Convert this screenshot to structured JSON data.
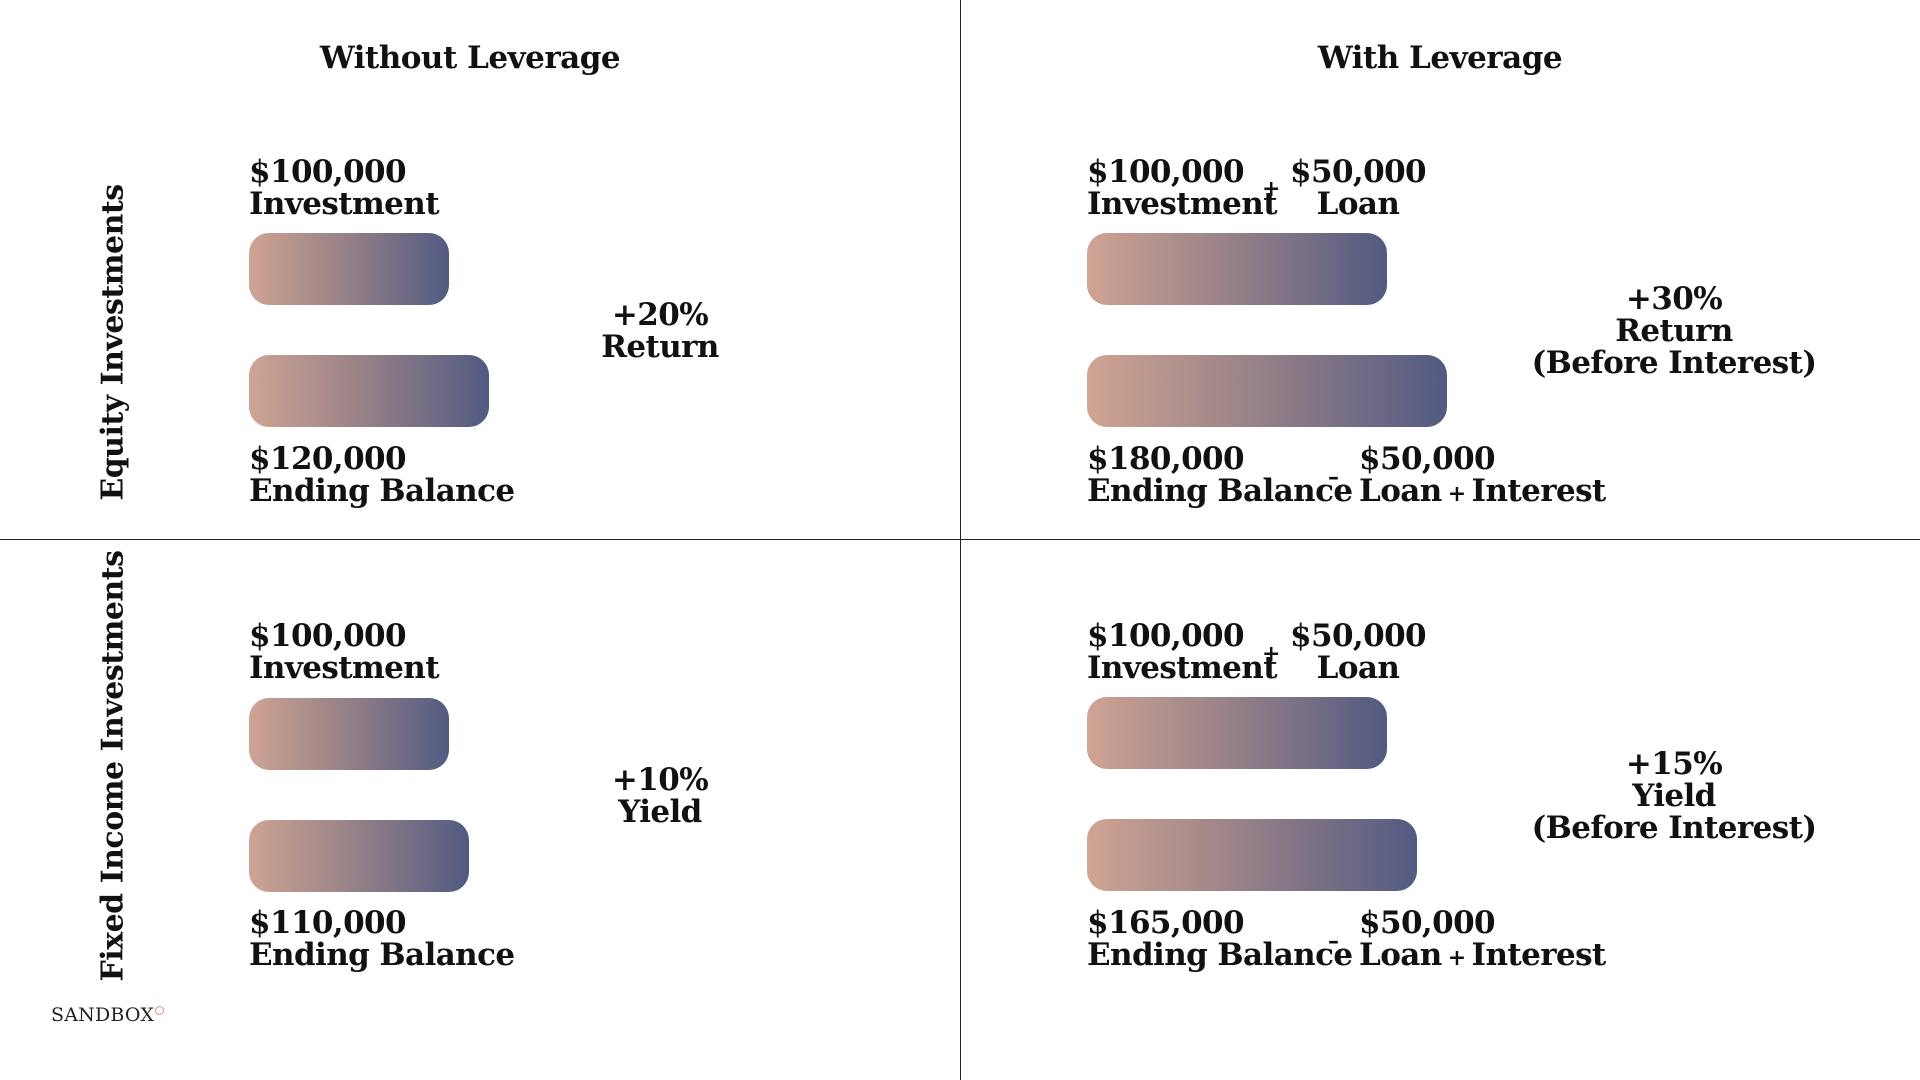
{
  "columns": {
    "without": "Without Leverage",
    "with": "With Leverage"
  },
  "rows": {
    "equity": "Equity Investments",
    "fixed": "Fixed Income Investments"
  },
  "equity": {
    "without": {
      "investment_amount": "$100,000",
      "investment_caption": "Investment",
      "ending_amount": "$120,000",
      "ending_caption": "Ending Balance",
      "result_value": "+20%",
      "result_label": "Return"
    },
    "with": {
      "investment_amount": "$100,000",
      "investment_caption": "Investment",
      "plus": "+",
      "loan_amount": "$50,000",
      "loan_caption": "Loan",
      "ending_amount": "$180,000",
      "ending_caption": "Ending Balance",
      "minus": "–",
      "repay_amount": "$50,000",
      "repay_caption_a": "Loan",
      "repay_plus": "+",
      "repay_caption_b": "Interest",
      "result_value": "+30%",
      "result_label": "Return",
      "result_note": "(Before Interest)"
    }
  },
  "fixed": {
    "without": {
      "investment_amount": "$100,000",
      "investment_caption": "Investment",
      "ending_amount": "$110,000",
      "ending_caption": "Ending Balance",
      "result_value": "+10%",
      "result_label": "Yield"
    },
    "with": {
      "investment_amount": "$100,000",
      "investment_caption": "Investment",
      "plus": "+",
      "loan_amount": "$50,000",
      "loan_caption": "Loan",
      "ending_amount": "$165,000",
      "ending_caption": "Ending Balance",
      "minus": "–",
      "repay_amount": "$50,000",
      "repay_caption_a": "Loan",
      "repay_plus": "+",
      "repay_caption_b": "Interest",
      "result_value": "+15%",
      "result_label": "Yield",
      "result_note": "(Before Interest)"
    }
  },
  "bar_values": {
    "equity_without": {
      "start": 100000,
      "end": 120000
    },
    "equity_with": {
      "start": 150000,
      "end": 180000
    },
    "fixed_without": {
      "start": 100000,
      "end": 110000
    },
    "fixed_with": {
      "start": 150000,
      "end": 165000
    }
  },
  "colors": {
    "bar_start": "#cfa493",
    "bar_end": "#525a82",
    "logo_accent": "#d49a86"
  },
  "logo": "SANDBOX"
}
